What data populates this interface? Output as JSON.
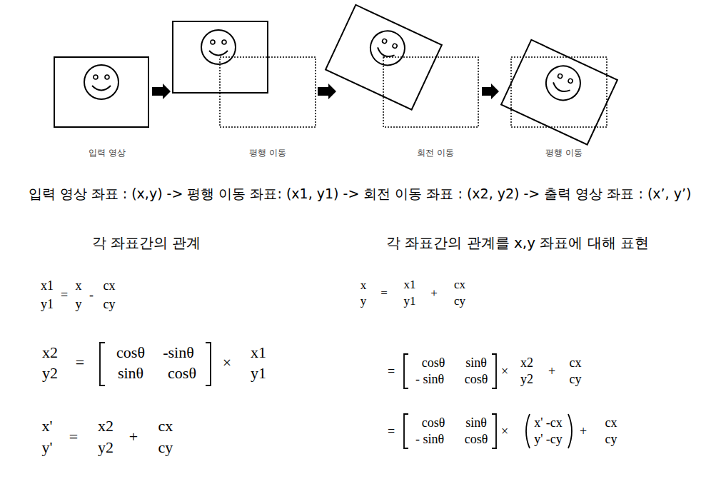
{
  "diagram": {
    "nodes": [
      {
        "text": [
          "입력 영상"
        ]
      },
      {
        "text": [
          "평행 이동"
        ]
      },
      {
        "text": [
          "회전 이동"
        ]
      },
      {
        "text": [
          "평행 이동"
        ]
      }
    ],
    "edges": [
      {
        "from": 0,
        "to": 1,
        "arrow": "to"
      },
      {
        "from": 1,
        "to": 2,
        "arrow": "to"
      },
      {
        "from": 2,
        "to": 3,
        "arrow": "to"
      }
    ],
    "labels": [
      "입력 영상 좌표 : (x,y) -> 평행 이동 좌표: (x1, y1) -> 회전 이동 좌표 : (x2, y2) -> 출력 영상 좌표 : (x’, y’)",
      "각 좌표간의 관계",
      "각 좌표간의 관계를 x,y 좌표에 대해 표현",
      "x1",
      "y1",
      "=",
      "x",
      "y",
      "-",
      "cx",
      "cy",
      "x",
      "y",
      "=",
      "x1",
      "y1",
      "+",
      "cx",
      "cy",
      "x2",
      "y2",
      "=",
      "cosθ",
      "-sinθ",
      "sinθ",
      "cosθ",
      "×",
      "x1",
      "y1",
      "=",
      "cosθ",
      "sinθ",
      "- sinθ",
      "cosθ",
      "×",
      "x2",
      "y2",
      "+",
      "cx",
      "cy",
      "x'",
      "y'",
      "=",
      "x2",
      "y2",
      "+",
      "cx",
      "cy",
      "=",
      "cosθ",
      "sinθ",
      "- sinθ",
      "cosθ",
      "×",
      "x' -cx",
      "y' -cy",
      "+",
      "cx",
      "cy"
    ]
  }
}
